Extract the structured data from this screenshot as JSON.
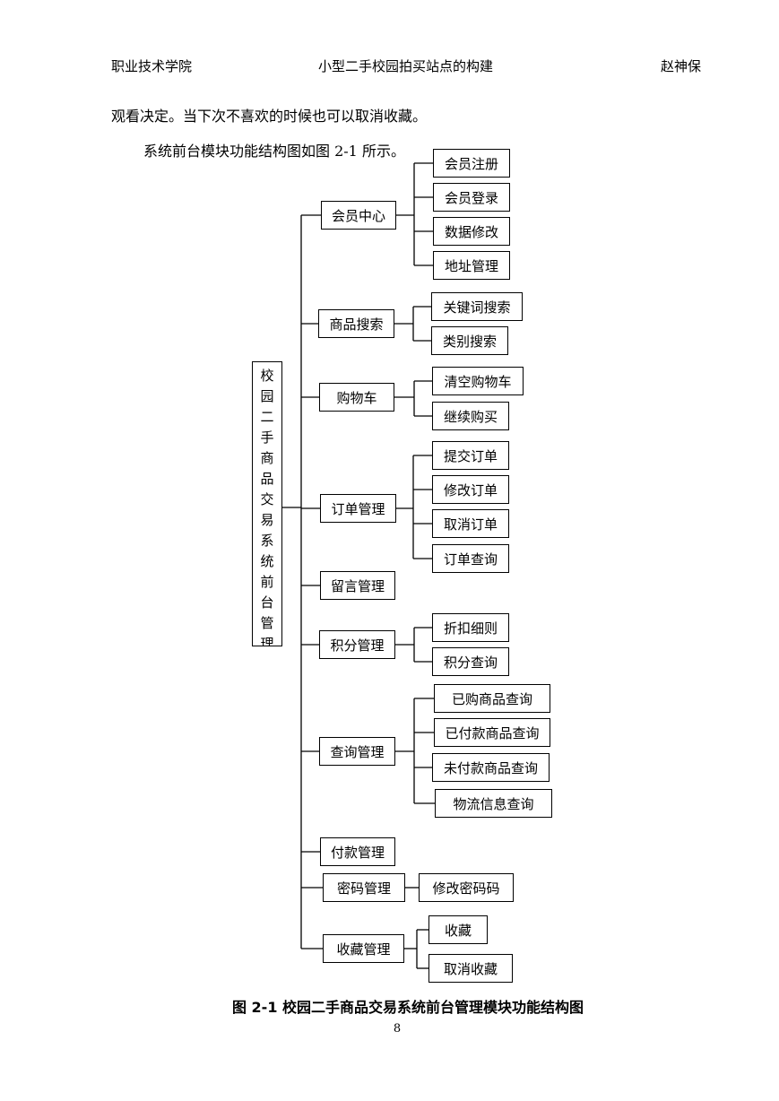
{
  "header": {
    "left": "职业技术学院",
    "center": "小型二手校园拍买站点的构建",
    "right": "赵神保"
  },
  "body": {
    "line1": "观看决定。当下次不喜欢的时候也可以取消收藏。",
    "line2": "系统前台模块功能结构图如图 2-1 所示。"
  },
  "diagram": {
    "root": [
      "校",
      "园",
      "二",
      "手",
      "商",
      "品",
      "交",
      "易",
      "系",
      "统",
      "前",
      "台",
      "管",
      "理"
    ],
    "modules": [
      {
        "label": "会员中心",
        "children": [
          "会员注册",
          "会员登录",
          "数据修改",
          "地址管理"
        ]
      },
      {
        "label": "商品搜索",
        "children": [
          "关键词搜索",
          "类别搜索"
        ]
      },
      {
        "label": "购物车",
        "children": [
          "清空购物车",
          "继续购买"
        ]
      },
      {
        "label": "订单管理",
        "children": [
          "提交订单",
          "修改订单",
          "取消订单",
          "订单查询"
        ]
      },
      {
        "label": "留言管理",
        "children": []
      },
      {
        "label": "积分管理",
        "children": [
          "折扣细则",
          "积分查询"
        ]
      },
      {
        "label": "查询管理",
        "children": [
          "已购商品查询",
          "已付款商品查询",
          "未付款商品查询",
          "物流信息查询"
        ]
      },
      {
        "label": "付款管理",
        "children": []
      },
      {
        "label": "密码管理",
        "children": [
          "修改密码码"
        ]
      },
      {
        "label": "收藏管理",
        "children": [
          "收藏",
          "取消收藏"
        ]
      }
    ]
  },
  "caption": "图 2-1  校园二手商品交易系统前台管理模块功能结构图",
  "page_number": "8"
}
